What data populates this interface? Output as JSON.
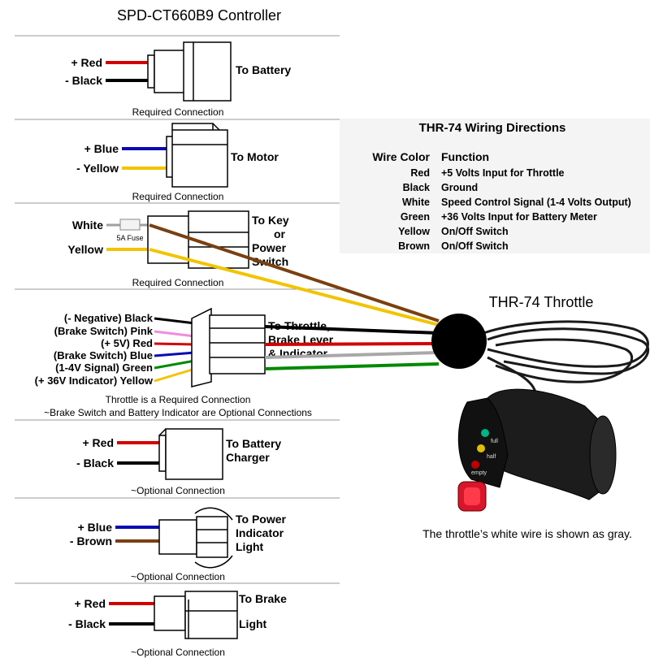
{
  "controller_title": "SPD-CT660B9 Controller",
  "throttle_title": "THR-74 Throttle",
  "throttle_note": "The throttle’s white wire is shown as gray.",
  "battery": {
    "wire1": "+ Red",
    "wire2": "- Black",
    "target": "To Battery",
    "note": "Required Connection"
  },
  "motor": {
    "wire1": "+ Blue",
    "wire2": "- Yellow",
    "target": "To Motor",
    "note": "Required Connection"
  },
  "key": {
    "wire1": "White",
    "wire2": "Yellow",
    "fuse": "5A Fuse",
    "target_l1": "To Key",
    "target_l2": "or",
    "target_l3": "Power",
    "target_l4": "Switch",
    "note": "Required Connection"
  },
  "throttle_conn": {
    "wires": [
      {
        "label": "(- Negative) Black",
        "color": "#000000"
      },
      {
        "label": "(Brake Switch) Pink",
        "color": "#f08ce0"
      },
      {
        "label": "(+ 5V) Red",
        "color": "#d40000"
      },
      {
        "label": "(Brake Switch) Blue",
        "color": "#0a0ab4"
      },
      {
        "label": "(1-4V Signal) Green",
        "color": "#008a00"
      },
      {
        "label": "(+ 36V Indicator) Yellow",
        "color": "#f2c400"
      }
    ],
    "target_l1": "To Throttle,",
    "target_l2": "Brake Lever",
    "target_l3": "& Indicator",
    "note1": "Throttle is a Required Connection",
    "note2": "~Brake Switch and Battery Indicator are Optional Connections"
  },
  "charger": {
    "wire1": "+ Red",
    "wire2": "- Black",
    "target_l1": "To Battery",
    "target_l2": "Charger",
    "note": "~Optional Connection"
  },
  "indicator": {
    "wire1": "+ Blue",
    "wire2": "- Brown",
    "target_l1": "To Power",
    "target_l2": "Indicator",
    "target_l3": "Light",
    "note": "~Optional Connection"
  },
  "brake": {
    "wire1": "+ Red",
    "wire2": "- Black",
    "target_l1": "To Brake",
    "target_l2": "Light",
    "note": "~Optional Connection"
  },
  "wiring_table": {
    "title": "THR-74 Wiring Directions",
    "col1": "Wire Color",
    "col2": "Function",
    "rows": [
      {
        "color": "Red",
        "function": "+5 Volts Input for Throttle"
      },
      {
        "color": "Black",
        "function": "Ground"
      },
      {
        "color": "White",
        "function": "Speed Control Signal (1-4 Volts Output)"
      },
      {
        "color": "Green",
        "function": "+36 Volts Input for Battery Meter"
      },
      {
        "color": "Yellow",
        "function": "On/Off Switch"
      },
      {
        "color": "Brown",
        "function": "On/Off Switch"
      }
    ]
  },
  "throttle_labels": {
    "full": "full",
    "half": "half",
    "empty": "empty"
  },
  "colors": {
    "red": "#d40000",
    "black": "#000000",
    "blue": "#0a0ab4",
    "yellow": "#f2c400",
    "brown": "#7a4010",
    "gray": "#a8a8a8",
    "green": "#008a00",
    "pink": "#f08ce0"
  }
}
